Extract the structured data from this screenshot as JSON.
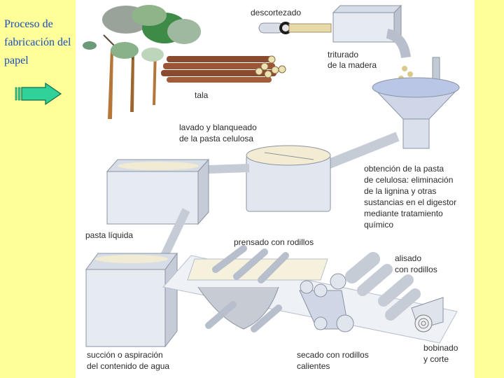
{
  "slide": {
    "title": "Proceso de fabricación del papel",
    "accent_color": "#2fd39a",
    "title_color": "#1a4dbb",
    "background": "#ffff99"
  },
  "nav": {
    "icon": "arrow-right-icon"
  },
  "diagram": {
    "labels": {
      "descortezado": "descortezado",
      "triturado_1": "triturado",
      "triturado_2": "de la madera",
      "tala": "tala",
      "lavado_1": "lavado y blanqueado",
      "lavado_2": "de la pasta celulosa",
      "obtencion_1": "obtención de la pasta",
      "obtencion_2": "de celulosa: eliminación",
      "obtencion_3": "de la lignina y otras",
      "obtencion_4": "sustancias en el digestor",
      "obtencion_5": "mediante tratamiento",
      "obtencion_6": "químico",
      "pasta_liquida": "pasta líquida",
      "prensado": "prensado con rodillos",
      "alisado_1": "alisado",
      "alisado_2": "con rodillos",
      "succion_1": "succión o aspiración",
      "succion_2": "del contenido de agua",
      "secado_1": "secado con rodillos",
      "secado_2": "calientes",
      "bobinado_1": "bobinado",
      "bobinado_2": "y corte"
    }
  }
}
